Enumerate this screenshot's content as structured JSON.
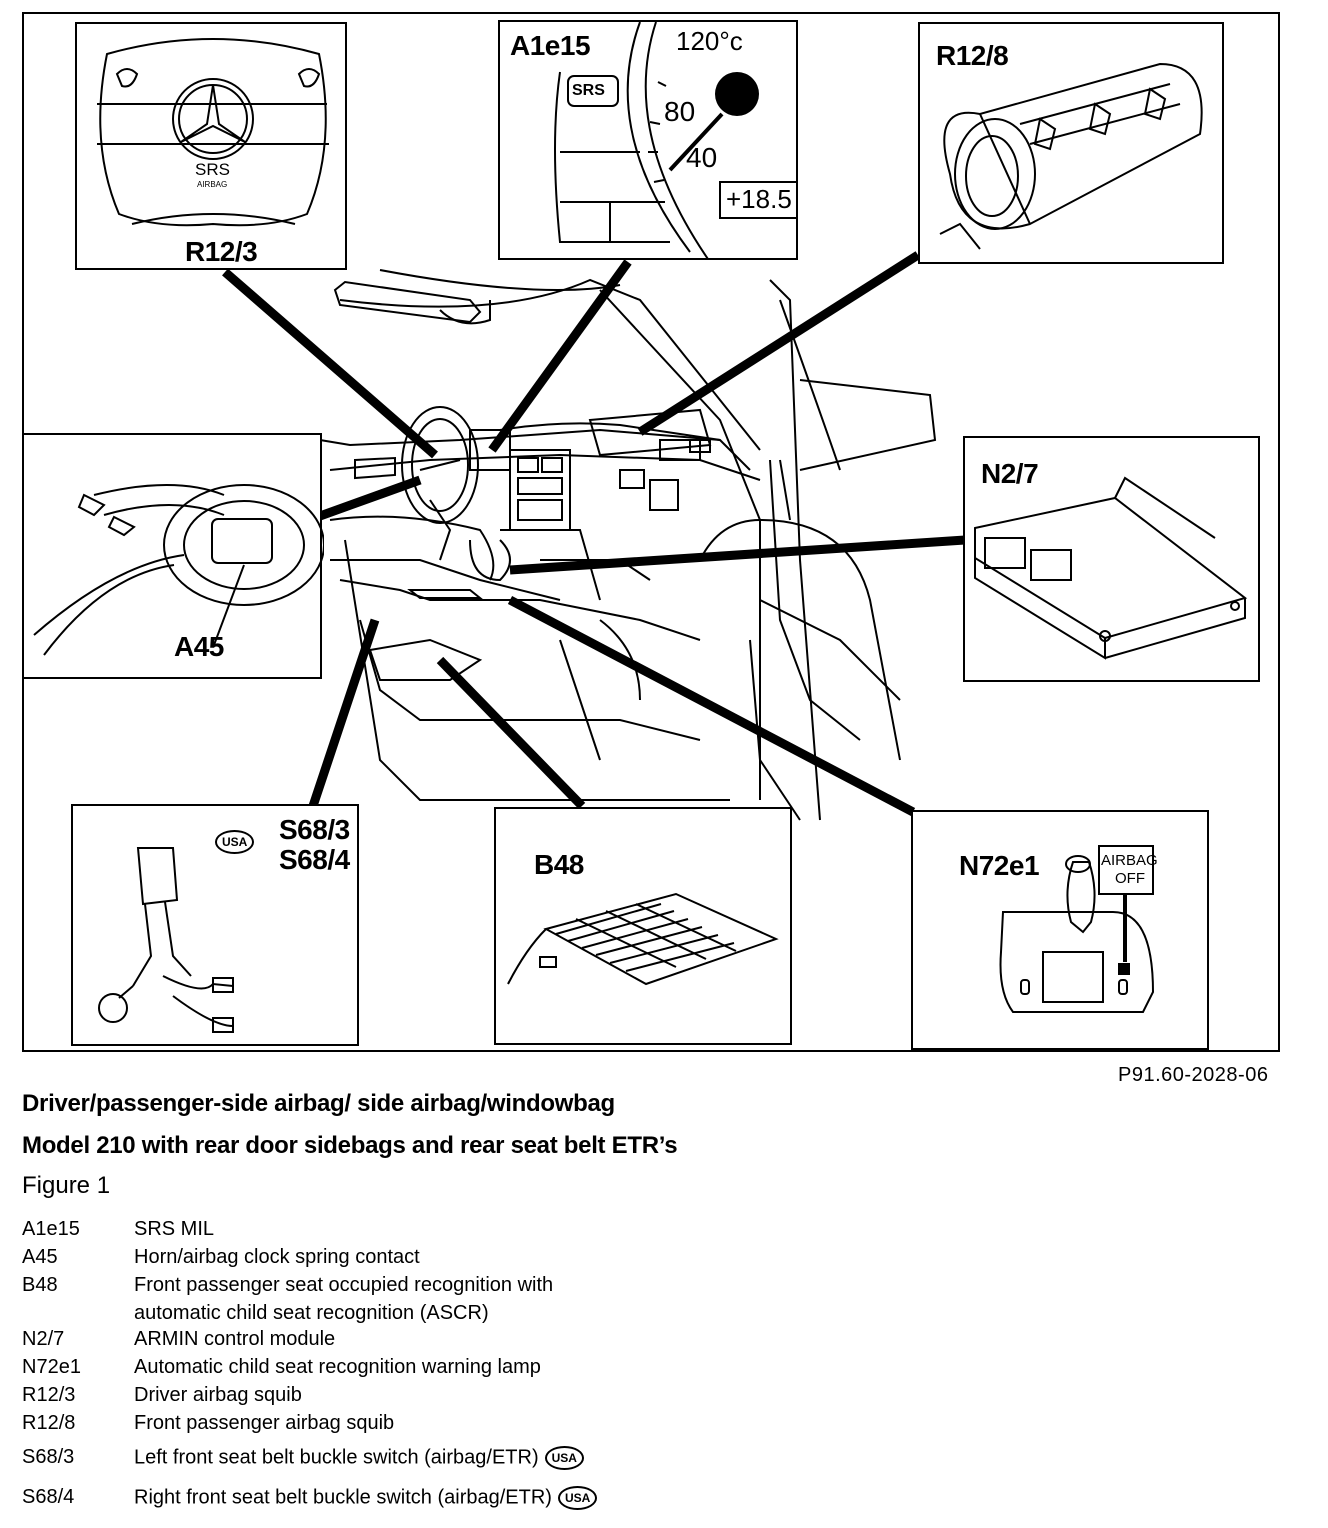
{
  "figure_code": "P91.60-2028-06",
  "title_line1": "Driver/passenger-side airbag/ side airbag/windowbag",
  "title_line2": "Model 210 with rear door sidebags and   rear seat belt ETR’s",
  "figure_label": "Figure 1",
  "callouts": {
    "r12_3": "R12/3",
    "a1e15": "A1e15",
    "r12_8": "R12/8",
    "a45": "A45",
    "n2_7": "N2/7",
    "s68_3": "S68/3",
    "s68_4": "S68/4",
    "b48": "B48",
    "n72e1": "N72e1"
  },
  "inset_text": {
    "srs": "SRS",
    "airbag_small": "AIRBAG",
    "srs_mil": "SRS",
    "temp_120": "120°c",
    "temp_80": "80",
    "temp_40": "40",
    "readout": "+18.5",
    "usa": "USA",
    "airbag_off_1": "AIRBAG",
    "airbag_off_2": "OFF"
  },
  "legend": [
    {
      "code": "A1e15",
      "desc": "SRS MIL"
    },
    {
      "code": "A45",
      "desc": "Horn/airbag clock spring contact"
    },
    {
      "code": "B48",
      "desc": "Front passenger seat occupied recognition with"
    },
    {
      "code": "",
      "desc": "automatic child seat recognition (ASCR)"
    },
    {
      "code": "N2/7",
      "desc": "ARMIN control module"
    },
    {
      "code": "N72e1",
      "desc": "Automatic child seat recognition warning lamp"
    },
    {
      "code": "R12/3",
      "desc": "Driver airbag squib"
    },
    {
      "code": "R12/8",
      "desc": "Front passenger airbag squib"
    },
    {
      "code": "S68/3",
      "desc": "Left front seat belt buckle switch (airbag/ETR)",
      "badge": "USA"
    },
    {
      "code": "S68/4",
      "desc": "Right front seat belt buckle switch (airbag/ETR)",
      "badge": "USA"
    }
  ]
}
